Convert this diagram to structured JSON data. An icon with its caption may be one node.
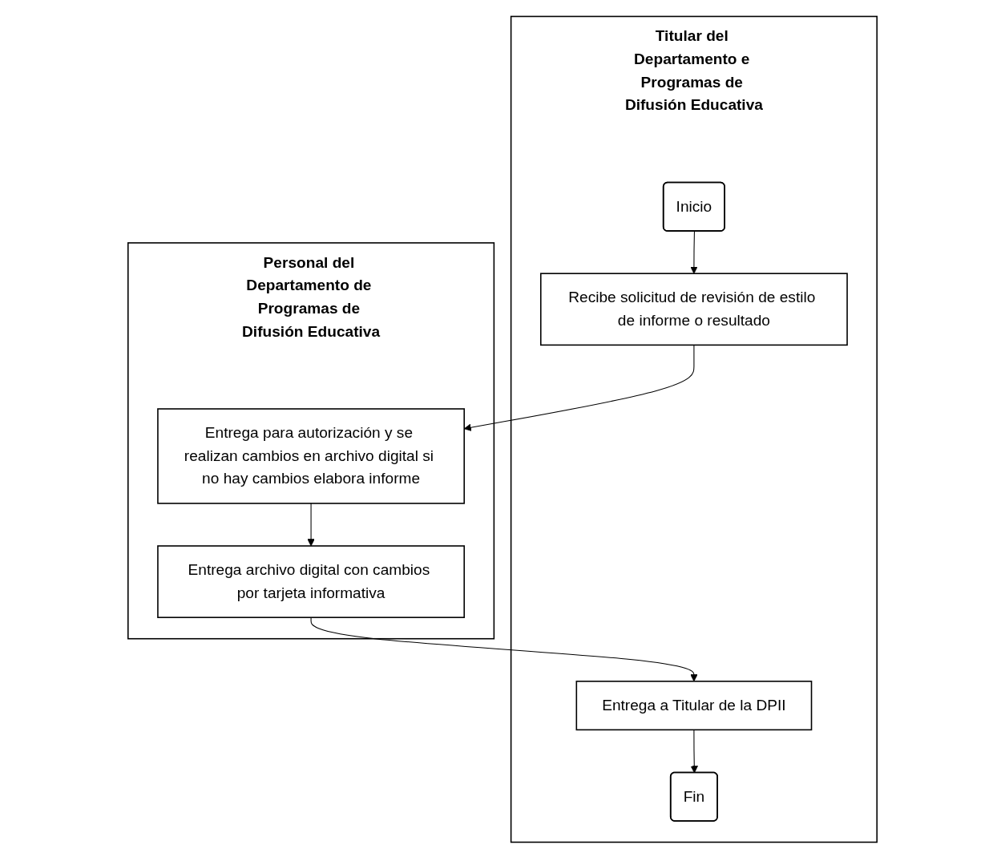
{
  "diagram": {
    "nodes": [
      {
        "text": [
          "Titular del Departamento e Programas de Difusión Educativa"
        ]
      },
      {
        "text": [
          "Personal del Departamento de Programas de Difusión Educativa"
        ]
      },
      {
        "text": [
          "Inicio"
        ],
        "in": 0
      },
      {
        "text": [
          "Recibe solicitud de revisión de estilo de informe o resultado"
        ],
        "in": 0
      },
      {
        "text": [
          "Entrega para autorización y se realizan cambios en archivo digital si no hay cambios elabora informe"
        ],
        "in": 1
      },
      {
        "text": [
          "Entrega archivo digital con cambios por tarjeta informativa"
        ],
        "in": 1
      },
      {
        "text": [
          "Entrega a Titular de la DPII"
        ],
        "in": 0
      },
      {
        "text": [
          "Fin"
        ],
        "in": 0
      }
    ],
    "edges": [
      {
        "from": 2,
        "to": 3,
        "arrow": "to"
      },
      {
        "from": 3,
        "to": 4,
        "arrow": "to"
      },
      {
        "from": 4,
        "to": 5,
        "arrow": "to"
      },
      {
        "from": 5,
        "to": 6,
        "arrow": "to"
      },
      {
        "from": 6,
        "to": 7,
        "arrow": "to"
      }
    ]
  }
}
